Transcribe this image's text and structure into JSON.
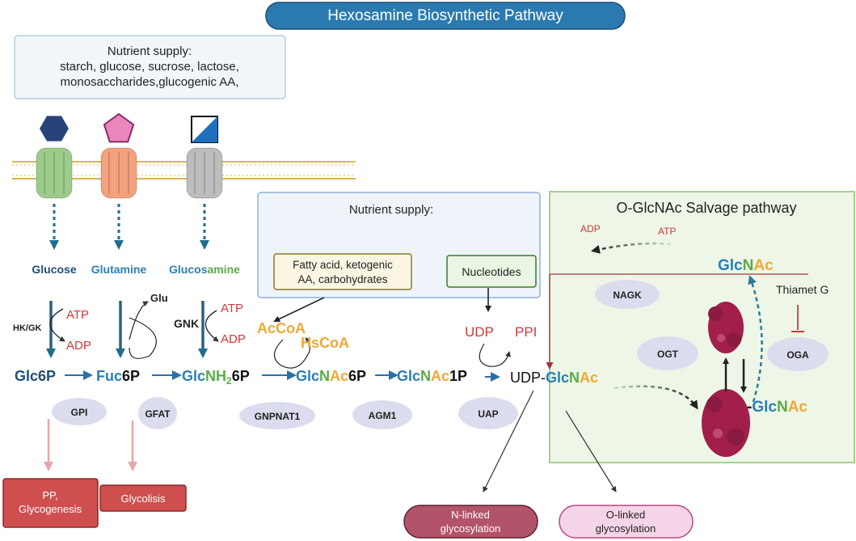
{
  "colors": {
    "navy": "#1f4e79",
    "blue": "#2a7fb8",
    "green": "#5aac44",
    "orange": "#f0a832",
    "red": "#d1383a",
    "title_fill": "#2a7ab0",
    "salvage_fill": "#eef7e7",
    "salvage_border": "#a6d08e",
    "enzyme_fill": "#dcdcef",
    "protein": "#a21f4b"
  },
  "title": "Hexosamine Biosynthetic Pathway",
  "nutrient_box_1": {
    "heading": "Nutrient supply:",
    "lines": [
      "starch, glucose, sucrose, lactose,",
      "monosaccharides,glucogenic AA,"
    ]
  },
  "nutrient_box_2": {
    "heading": "Nutrient supply:",
    "fatty": [
      "Fatty acid, ketogenic",
      "AA, carbohydrates"
    ],
    "nucleotides": "Nucleotides"
  },
  "transporters": [
    {
      "label_parts": [
        {
          "t": "Glucose",
          "c": "navy"
        }
      ],
      "shape": "hexagon",
      "shape_color": "#27437a",
      "body_color": "#9ccc8a"
    },
    {
      "label_parts": [
        {
          "t": "Glutamine",
          "c": "blue"
        }
      ],
      "shape": "pentagon",
      "shape_color": "#e987bd",
      "body_color": "#f4a27d"
    },
    {
      "label_parts": [
        {
          "t": "Glucos",
          "c": "blue"
        },
        {
          "t": "amine",
          "c": "green"
        }
      ],
      "shape": "square-split",
      "shape_color": "#1f6fbf",
      "body_color": "#bdbdbd"
    }
  ],
  "cofactors": {
    "hk_gk": "HK/GK",
    "atp1": "ATP",
    "adp1": "ADP",
    "glu": "Glu",
    "gnk": "GNK",
    "atp2": "ATP",
    "adp2": "ADP",
    "acoa": "AcCoA",
    "hscoa": "HsCoA",
    "udp": "UDP",
    "ppi": "PPI"
  },
  "metabolites": [
    {
      "id": "glc6p",
      "parts": [
        {
          "t": "Glc",
          "c": "navy"
        },
        {
          "t": "6P",
          "c": "navy"
        }
      ]
    },
    {
      "id": "fuc6p",
      "parts": [
        {
          "t": "Fuc",
          "c": "blue"
        },
        {
          "t": "6P",
          "c": "black"
        }
      ]
    },
    {
      "id": "glcnh26p",
      "parts": [
        {
          "t": "Glc",
          "c": "blue"
        },
        {
          "t": "NH",
          "c": "green"
        },
        {
          "t": "2",
          "c": "green",
          "sub": true
        },
        {
          "t": "6P",
          "c": "black"
        }
      ]
    },
    {
      "id": "glcnac6p",
      "parts": [
        {
          "t": "Glc",
          "c": "blue"
        },
        {
          "t": "N",
          "c": "green"
        },
        {
          "t": "Ac",
          "c": "orange"
        },
        {
          "t": "6P",
          "c": "black"
        }
      ]
    },
    {
      "id": "glcnac1p",
      "parts": [
        {
          "t": "Glc",
          "c": "blue"
        },
        {
          "t": "N",
          "c": "green"
        },
        {
          "t": "Ac",
          "c": "orange"
        },
        {
          "t": "1P",
          "c": "black"
        }
      ]
    },
    {
      "id": "udpglcnac",
      "parts": [
        {
          "t": "UDP-",
          "c": "black",
          "normal": true
        },
        {
          "t": "Glc",
          "c": "blue"
        },
        {
          "t": "N",
          "c": "green"
        },
        {
          "t": "Ac",
          "c": "orange"
        }
      ]
    }
  ],
  "enzymes": [
    "GPI",
    "GFAT",
    "GNPNAT1",
    "AGM1",
    "UAP"
  ],
  "outputs": {
    "pp": [
      "PP,",
      "Glycogenesis"
    ],
    "glycolisis": "Glycolisis",
    "nlinked": [
      "N-linked",
      "glycosylation"
    ],
    "olinked": [
      "O-linked",
      "glycosylation"
    ]
  },
  "salvage": {
    "title": "O-GlcNAc Salvage pathway",
    "adp": "ADP",
    "atp": "ATP",
    "glcnac_parts": [
      {
        "t": "Glc",
        "c": "blue"
      },
      {
        "t": "N",
        "c": "green"
      },
      {
        "t": "Ac",
        "c": "orange"
      }
    ],
    "protein_glcnac_parts": [
      {
        "t": "-",
        "c": "black"
      },
      {
        "t": "Glc",
        "c": "blue"
      },
      {
        "t": "N",
        "c": "green"
      },
      {
        "t": "Ac",
        "c": "orange"
      }
    ],
    "nagk": "NAGK",
    "ogt": "OGT",
    "oga": "OGA",
    "thiamet": "Thiamet G"
  }
}
